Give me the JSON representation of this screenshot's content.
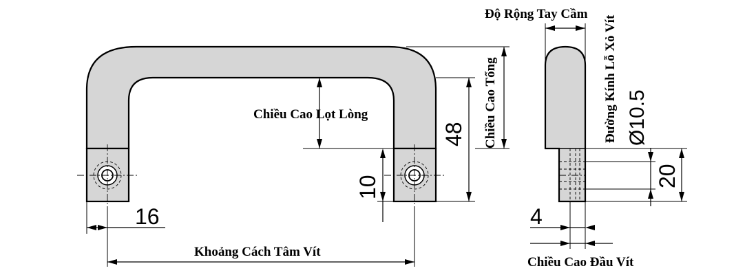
{
  "labels": {
    "handle_width": "Độ Rộng Tay Cầm",
    "screw_hole_diameter": "Đường Kính Lỗ Xỏ Vít",
    "total_height": "Chiều Cao Tổng",
    "inner_height": "Chiều Cao Lọt Lòng",
    "screw_center_distance": "Khoảng Cách Tâm Vít",
    "screw_head_height": "Chiều Cao Đầu Vít"
  },
  "dimensions": {
    "total_height_value": "48",
    "base_height_value": "10",
    "hole_offset_value": "16",
    "hole_diameter_value": "Ø10.5",
    "leg_height_value": "20",
    "head_offset_value": "4"
  },
  "colors": {
    "body_fill": "#d6d6d6",
    "line": "#000000",
    "background": "#ffffff"
  }
}
